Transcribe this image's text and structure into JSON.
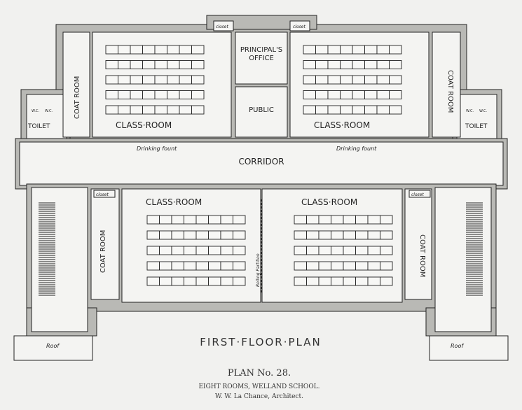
{
  "plan": {
    "title": "FIRST·FLOOR·PLAN",
    "rooms": {
      "class_room_top_left": "CLASS·ROOM",
      "class_room_top_right": "CLASS·ROOM",
      "class_room_bottom_left": "CLASS·ROOM",
      "class_room_bottom_right": "CLASS·ROOM",
      "principals_office_line1": "PRINCIPAL'S",
      "principals_office_line2": "OFFICE",
      "public": "PUBLIC",
      "corridor": "CORRIDOR",
      "coat_room": "COAT ROOM",
      "toilet": "TOILET",
      "wc": "W.C.",
      "closet": "closet",
      "roof": "Roof",
      "drinking_fount": "Drinking fount",
      "rolling_partition": "Rolling Partition"
    },
    "desk_grid": {
      "rows": 5,
      "columns": 8
    }
  },
  "caption": {
    "plan_number": "PLAN No. 28.",
    "subtitle": "EIGHT ROOMS, WELLAND SCHOOL.",
    "architect": "W. W. La Chance, Architect."
  }
}
